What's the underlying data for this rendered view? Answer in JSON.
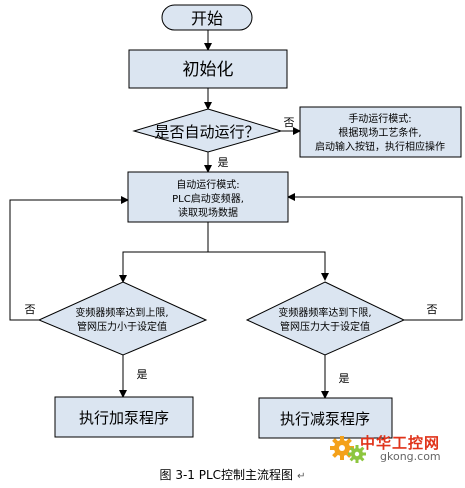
{
  "nodes": {
    "start": "开始",
    "init": "初始化",
    "decision_auto": "是否自动运行？",
    "manual": [
      "手动运行模式:",
      "根据现场工艺条件,",
      "启动输入按钮，执行相应操作"
    ],
    "auto": [
      "自动运行模式:",
      "PLC启动变频器,",
      "读取现场数据"
    ],
    "decision_upper": [
      "变频器频率达到上限,",
      "管网压力小于设定值"
    ],
    "decision_lower": [
      "变频器频率达到下限,",
      "管网压力大于设定值"
    ],
    "add_pump": "执行加泵程序",
    "reduce_pump": "执行减泵程序"
  },
  "labels": {
    "yes": "是",
    "no": "否"
  },
  "caption": "图 3-1 PLC控制主流程图",
  "caption_mark": "↵",
  "watermark": {
    "title": "中华工控网",
    "url": "gkong.com"
  },
  "colors": {
    "fill": "#dbe5f1",
    "stroke": "#000000",
    "watermark_red": "#e0331a",
    "watermark_gear_orange": "#f4a11a",
    "watermark_gear_green": "#8dc63f"
  }
}
